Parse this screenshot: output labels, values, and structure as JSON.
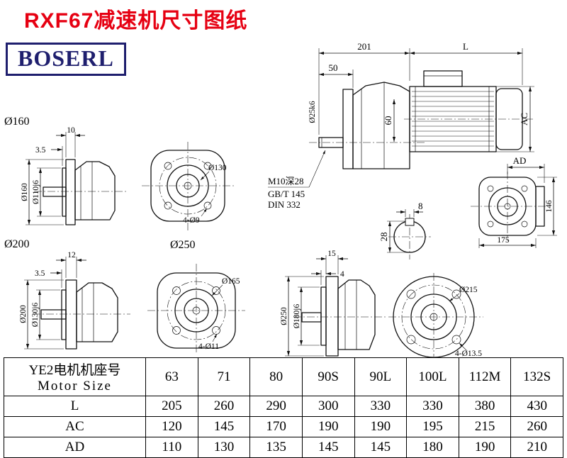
{
  "page": {
    "title": "RXF67减速机尺寸图纸",
    "brand": "BOSERL"
  },
  "colors": {
    "title_red": "#e60012",
    "logo_navy": "#1f1f6e",
    "line": "#111111"
  },
  "side_view": {
    "dim_201": "201",
    "dim_L": "L",
    "dim_50": "50",
    "shaft_dia": "Ø25k6",
    "dim_60": "60",
    "dim_ac": "AC"
  },
  "shaft_note": {
    "thread": "M10深28",
    "std_gb": "GB/T 145",
    "std_din": "DIN 332"
  },
  "key_section": {
    "key_width": "8",
    "key_height": "28"
  },
  "ad_view": {
    "dim_ad": "AD",
    "dim_146": "146",
    "dim_175": "175"
  },
  "flange160": {
    "label": "Ø160",
    "dim_plate": "10",
    "dim_lip": "3.5",
    "dia_outer": "Ø160",
    "dia_spigot": "Ø110j6",
    "dia_bolt_circle": "Ø130",
    "holes": "4-Ø9"
  },
  "flange200": {
    "label": "Ø200",
    "dim_plate": "12",
    "dim_lip": "3.5",
    "dia_outer": "Ø200",
    "dia_spigot": "Ø130j6",
    "dia_bolt_circle": "Ø165",
    "holes": "4-Ø11"
  },
  "flange250": {
    "label": "Ø250",
    "dim_plate": "15",
    "dim_lip": "4",
    "dia_outer": "Ø250",
    "dia_spigot": "Ø180j6",
    "dia_bolt_circle": "Ø215",
    "holes": "4-Ø13.5"
  },
  "table": {
    "header_line1": "YE2电机机座号",
    "header_line2": "Motor Size",
    "columns": [
      "63",
      "71",
      "80",
      "90S",
      "90L",
      "100L",
      "112M",
      "132S"
    ],
    "rows": [
      {
        "label": "L",
        "values": [
          "205",
          "260",
          "290",
          "300",
          "330",
          "330",
          "380",
          "430"
        ]
      },
      {
        "label": "AC",
        "values": [
          "120",
          "145",
          "170",
          "190",
          "190",
          "195",
          "215",
          "260"
        ]
      },
      {
        "label": "AD",
        "values": [
          "110",
          "130",
          "135",
          "145",
          "145",
          "180",
          "190",
          "210"
        ]
      }
    ]
  }
}
